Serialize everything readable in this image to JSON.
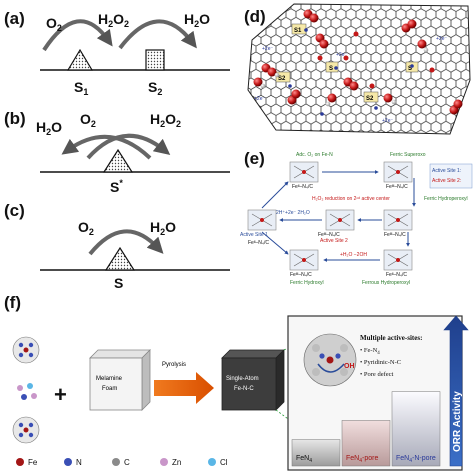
{
  "panels": {
    "a": {
      "tag": "(a)",
      "o2": "O",
      "o2sub": "2",
      "h2o2": "H",
      "h2o2sub": "2",
      "h2o2o": "O",
      "h2o2sub2": "2",
      "h2o": "H",
      "h2osub": "2",
      "h2oo": "O",
      "s1": "S",
      "s1sub": "1",
      "s2": "S",
      "s2sub": "2"
    },
    "b": {
      "tag": "(b)",
      "h2o": "H",
      "h2osub": "2",
      "h2oo": "O",
      "o2": "O",
      "o2sub": "2",
      "h2o2": "H",
      "h2o2sub": "2",
      "h2o2o": "O",
      "h2o2sub2": "2",
      "s": "S",
      "sstar": "*"
    },
    "c": {
      "tag": "(c)",
      "o2": "O",
      "o2sub": "2",
      "h2o": "H",
      "h2osub": "2",
      "h2oo": "O",
      "s": "S"
    },
    "d": {
      "tag": "(d)",
      "sites": [
        "S1",
        "S2",
        "S",
        "S2",
        "S'"
      ],
      "electron_labels": [
        "+2e⁻",
        "+2e⁻",
        "+2e⁻",
        "+2e⁻",
        "+2e⁻"
      ]
    },
    "e": {
      "tag": "(e)",
      "top_left": "Adс. O₂ on Fe-N",
      "top_right": "Ferric Superoxo",
      "legend_site1": "Active Site 1:",
      "legend_site2": "Active Site 2:",
      "ferric_hydroperoxyl": "Ferric Hydroperoxyl",
      "h2o2_reduction": "H₂O₂ reduction on 2ⁿᵈ active center",
      "mid_left": "2H⁺+2e⁻ 2H₂O",
      "mid_center": "Feᴵᴵᴵ–N₄/C",
      "active_site_1": "Active Site 1",
      "active_site_2": "Active Site 2",
      "fe_labels": [
        "Feᴵᴵ–N₄/C",
        "Feᴵᴵᴵ–N₄/C",
        "Feᴵᴵᴵ–N₄/C",
        "Feᴵᴵ–N₄/C",
        "Feᴵᴵᴵ–N₄/C",
        "Feᴵᴵ–N₄/C"
      ],
      "ferric_hydroxyl": "Ferric Hydroxyl",
      "ferrous_hydroperoxyl": "Ferrous Hydroperoxyl",
      "step_bottom": "+H₂O −2OH"
    },
    "f": {
      "tag": "(f)",
      "box1": [
        "Melamine",
        "Foam"
      ],
      "arrow": "Pyrolysis",
      "box2": [
        "Single-Atom",
        "Fe-N-C"
      ],
      "plus": "+",
      "legend": [
        {
          "name": "Fe",
          "color": "#a31616"
        },
        {
          "name": "N",
          "color": "#3a4fb5"
        },
        {
          "name": "C",
          "color": "#8a8a8a"
        },
        {
          "name": "Zn",
          "color": "#c996c9"
        },
        {
          "name": "Cl",
          "color": "#5ab6e6"
        }
      ],
      "oh": "OH",
      "multi_title": [
        "Multiple active-sites",
        ":"
      ],
      "sites": [
        "Fe-N",
        "Pyridinic-N-C",
        "Pore defect"
      ],
      "fen4_sub": "4",
      "bars": [
        {
          "label": "FeN",
          "sub": "4",
          "suffix": "",
          "level": 0.22
        },
        {
          "label": "FeN",
          "sub": "4",
          "suffix": "-pore",
          "level": 0.38
        },
        {
          "label": "FeN",
          "sub": "4",
          "suffix": "-N-pore",
          "level": 0.62
        }
      ],
      "orr_axis": "ORR Activity"
    }
  }
}
